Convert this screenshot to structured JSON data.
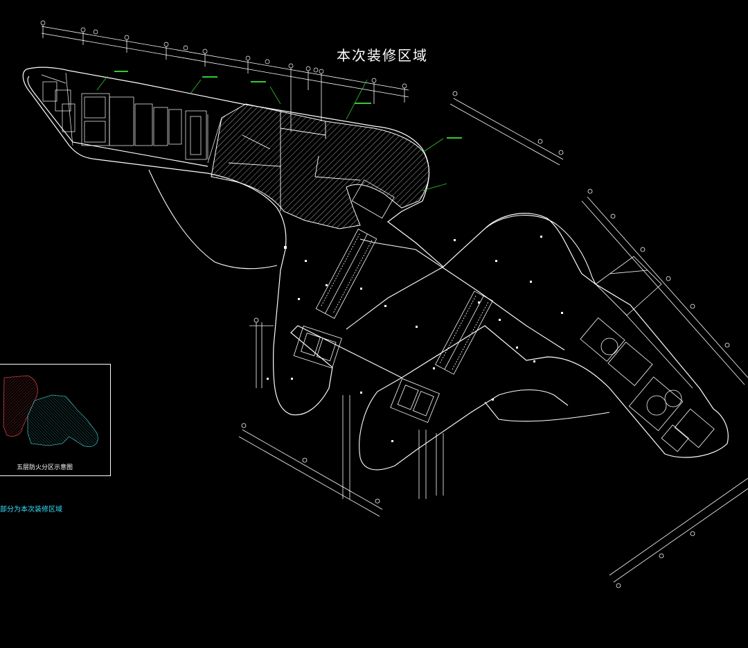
{
  "drawing": {
    "title_label": "本次装修区域",
    "legend_text": "部分为本次装修区域",
    "inset_caption": "五层防火分区示意图"
  },
  "colors": {
    "background": "#000000",
    "linework": "#ffffff",
    "leader": "#33cc33",
    "legend": "#33e0ff",
    "inset_zone_a": "#cc4444",
    "inset_zone_b": "#44aaaa"
  },
  "icons": {
    "hatch_region": "diagonal-hatch",
    "axis_bubble": "circle"
  }
}
